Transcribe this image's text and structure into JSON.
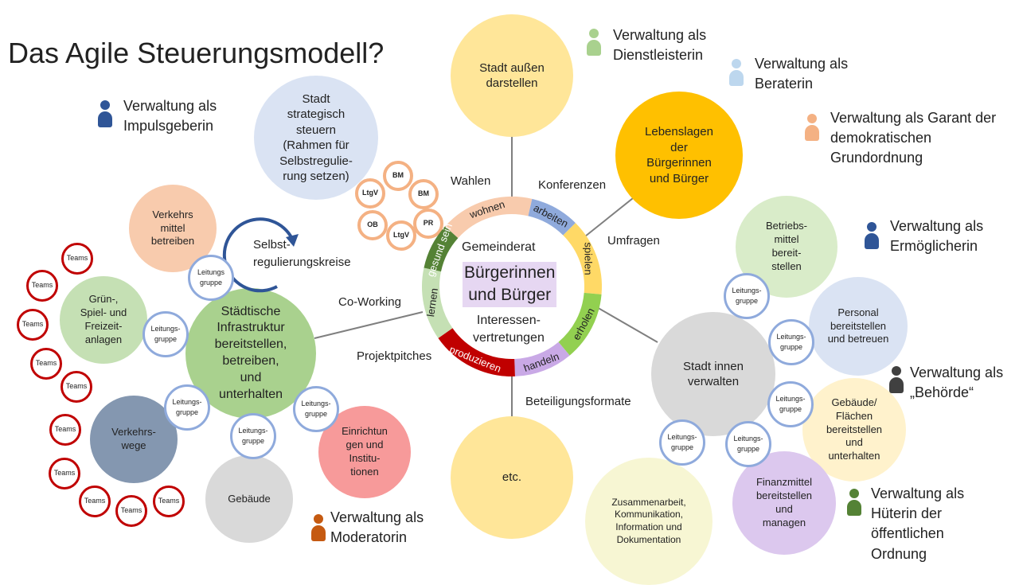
{
  "title": "Das Agile Steuerungsmodell?",
  "center": {
    "top": "Gemeinderat",
    "main": "Bürgerinnen\nund Bürger",
    "bottom": "Interessen-\nvertretungen",
    "highlight": "#e6d7f2"
  },
  "ring": [
    {
      "label": "wohnen",
      "color": "#f8cbad",
      "text": "#222"
    },
    {
      "label": "arbeiten",
      "color": "#8faadc",
      "text": "#222"
    },
    {
      "label": "spielen",
      "color": "#ffd966",
      "text": "#222"
    },
    {
      "label": "erholen",
      "color": "#92d050",
      "text": "#222"
    },
    {
      "label": "handeln",
      "color": "#c9a9e6",
      "text": "#222"
    },
    {
      "label": "produzieren",
      "color": "#c00000",
      "text": "#fff"
    },
    {
      "label": "lernen",
      "color": "#c5e0b4",
      "text": "#222"
    },
    {
      "label": "gesund sein",
      "color": "#548235",
      "text": "#fff"
    }
  ],
  "formats": {
    "wahlen": "Wahlen",
    "konferenzen": "Konferenzen",
    "umfragen": "Umfragen",
    "coworking": "Co-Working",
    "projektpitches": "Projektpitches",
    "beteiligung": "Beteiligungsformate"
  },
  "bubbles": {
    "aussen": "Stadt außen\ndarstellen",
    "strategisch": "Stadt\nstrategisch\nsteuern\n(Rahmen für\nSelbstregulie-\nrung setzen)",
    "lebenslagen": "Lebenslagen\nder\nBürgerinnen\nund Bürger",
    "verkehrsmittel": "Verkehrs\nmittel\nbetreiben",
    "infrastruktur": "Städtische\nInfrastruktur\nbereitstellen,\nbetreiben,\nund\nunterhalten",
    "gruen": "Grün-,\nSpiel-  und\nFreizeit-\nanlagen",
    "verkehrswege": "Verkehrs-\nwege",
    "gebaeude": "Gebäude",
    "einrichtungen": "Einrichtun\ngen und\nInstitu-\ntionen",
    "etc": "etc.",
    "innen": "Stadt innen\nverwalten",
    "betriebsmittel": "Betriebs-\nmittel\nbereit-\nstellen",
    "personal": "Personal\nbereitstellen\nund betreuen",
    "flaechen": "Gebäude/\nFlächen\nbereitstellen\nund\nunterhalten",
    "finanz": "Finanzmittel\nbereitstellen\nund\nmanagen",
    "zusammenarbeit": "Zusammenarbeit,\nKommunikation,\nInformation und\nDokumentation"
  },
  "selbstregulierung": "Selbst-\nregulierungskreise",
  "organs": [
    "LtgV",
    "BM",
    "BM",
    "PR",
    "LtgV",
    "OB"
  ],
  "leitungsgruppen": [
    "Leitungs\ngruppe",
    "Leitungs-\ngruppe",
    "Leitungs-\ngruppe",
    "Leitungs-\ngruppe",
    "Leitungs-\ngruppe",
    "Leitungs-\ngruppe",
    "Leitungs-\ngruppe",
    "Leitungs-\ngruppe",
    "Leitungs-\ngruppe",
    "Leitungs-\ngruppe"
  ],
  "teams": [
    "Teams",
    "Teams",
    "Teams",
    "Teams",
    "Teams",
    "Teams",
    "Teams",
    "Teams",
    "Teams",
    "Teams"
  ],
  "roles": [
    {
      "label": "Verwaltung als\nDienstleisterin",
      "color": "#a9d18e"
    },
    {
      "label": "Verwaltung als\nBeraterin",
      "color": "#bdd7ee"
    },
    {
      "label": "Verwaltung als Garant der\ndemokratischen\nGrundordnung",
      "color": "#f4b183"
    },
    {
      "label": "Verwaltung als\nImpulsgeberin",
      "color": "#2f5597"
    },
    {
      "label": "Verwaltung als\nErmöglicherin",
      "color": "#2f5597"
    },
    {
      "label": "Verwaltung als\n„Behörde“",
      "color": "#404040"
    },
    {
      "label": "Verwaltung als\nHüterin der\nöffentlichen\nOrdnung",
      "color": "#548235"
    },
    {
      "label": "Verwaltung als\nModeratorin",
      "color": "#c55a11"
    }
  ]
}
